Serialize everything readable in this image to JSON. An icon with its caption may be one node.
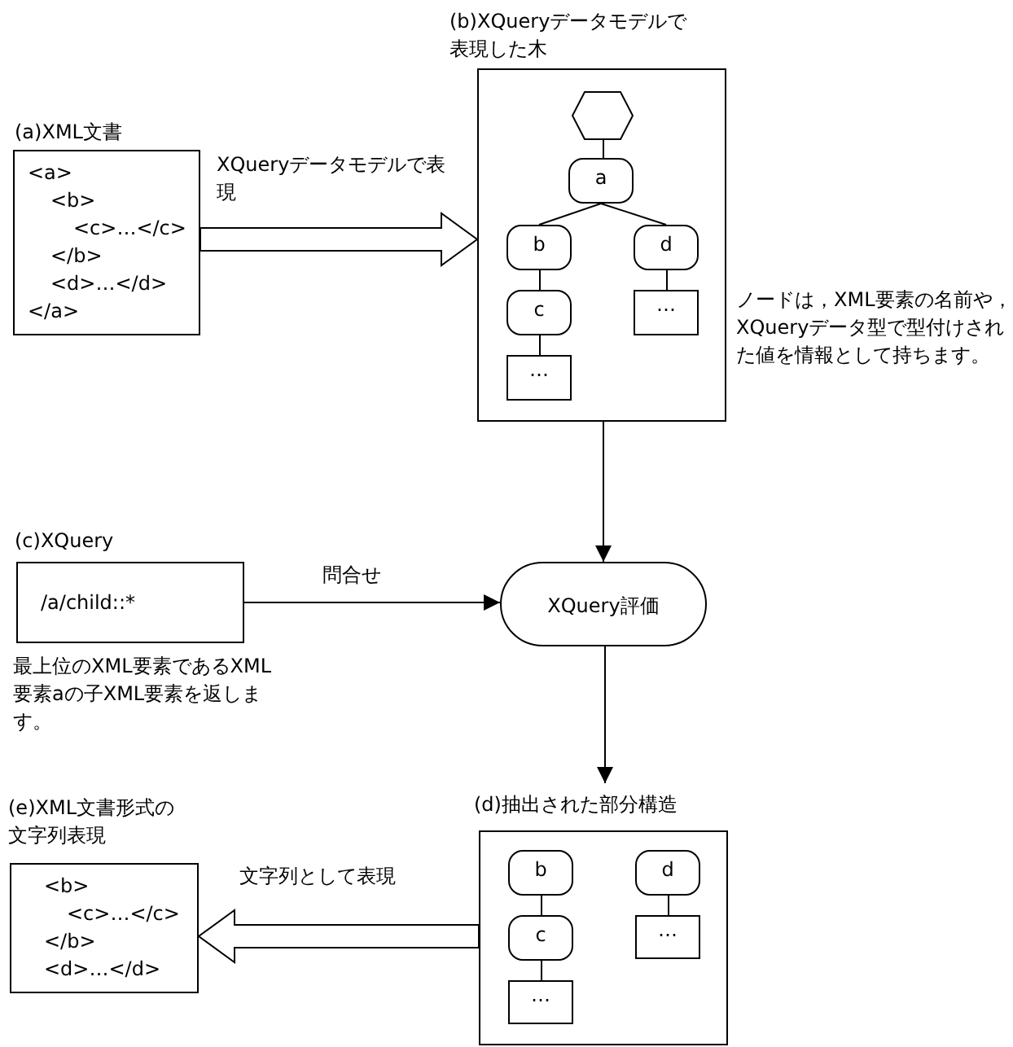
{
  "diagram": {
    "nodes": [
      {
        "text": [
          "(a)XML文書",
          "<a>",
          "<b>",
          "<c>…</c>",
          "</b>",
          "<d>…</d>",
          "</a>"
        ]
      },
      {
        "text": [
          "(b)XQueryデータモデルで表現した木"
        ],
        "beside": [
          "ノードは，XML要素の名前や，XQueryデータ型で型付けされた値を情報として持ちます。"
        ]
      },
      {
        "text": [],
        "shape": "hexagon",
        "in": 1
      },
      {
        "text": [
          "a"
        ],
        "in": 1
      },
      {
        "text": [
          "b"
        ],
        "in": 1
      },
      {
        "text": [
          "d"
        ],
        "in": 1
      },
      {
        "text": [
          "c"
        ],
        "in": 1
      },
      {
        "text": [
          "…"
        ],
        "in": 1
      },
      {
        "text": [
          "…"
        ],
        "in": 1
      },
      {
        "text": [
          "(c)XQuery",
          "/a/child::*"
        ],
        "beside": [
          "最上位のXML要素であるXML要素aの子XML要素を返します。"
        ]
      },
      {
        "text": [
          "XQuery評価"
        ]
      },
      {
        "text": [
          "(d)抽出された部分構造"
        ]
      },
      {
        "text": [
          "b"
        ],
        "in": 11
      },
      {
        "text": [
          "d"
        ],
        "in": 11
      },
      {
        "text": [
          "c"
        ],
        "in": 11
      },
      {
        "text": [
          "…"
        ],
        "in": 11
      },
      {
        "text": [
          "…"
        ],
        "in": 11
      },
      {
        "text": [
          "(e)XML文書形式の文字列表現",
          "<b>",
          "<c>…</c>",
          "</b>",
          "<d>…</d>"
        ]
      }
    ],
    "edges": [
      {
        "from": 0,
        "to": 1,
        "arrow": "to",
        "label": "XQueryデータモデルで表現",
        "style": "thick"
      },
      {
        "from": 2,
        "to": 3,
        "arrow": "none"
      },
      {
        "from": 3,
        "to": 4,
        "arrow": "none"
      },
      {
        "from": 3,
        "to": 5,
        "arrow": "none"
      },
      {
        "from": 4,
        "to": 6,
        "arrow": "none"
      },
      {
        "from": 5,
        "to": 7,
        "arrow": "none"
      },
      {
        "from": 6,
        "to": 8,
        "arrow": "none"
      },
      {
        "from": 1,
        "to": 10,
        "arrow": "to"
      },
      {
        "from": 9,
        "to": 10,
        "arrow": "to",
        "label": "問合せ"
      },
      {
        "from": 10,
        "to": 11,
        "arrow": "to"
      },
      {
        "from": 12,
        "to": 14,
        "arrow": "none"
      },
      {
        "from": 13,
        "to": 15,
        "arrow": "none"
      },
      {
        "from": 14,
        "to": 16,
        "arrow": "none"
      },
      {
        "from": 11,
        "to": 17,
        "arrow": "to",
        "label": "文字列として表現",
        "style": "thick"
      }
    ]
  }
}
